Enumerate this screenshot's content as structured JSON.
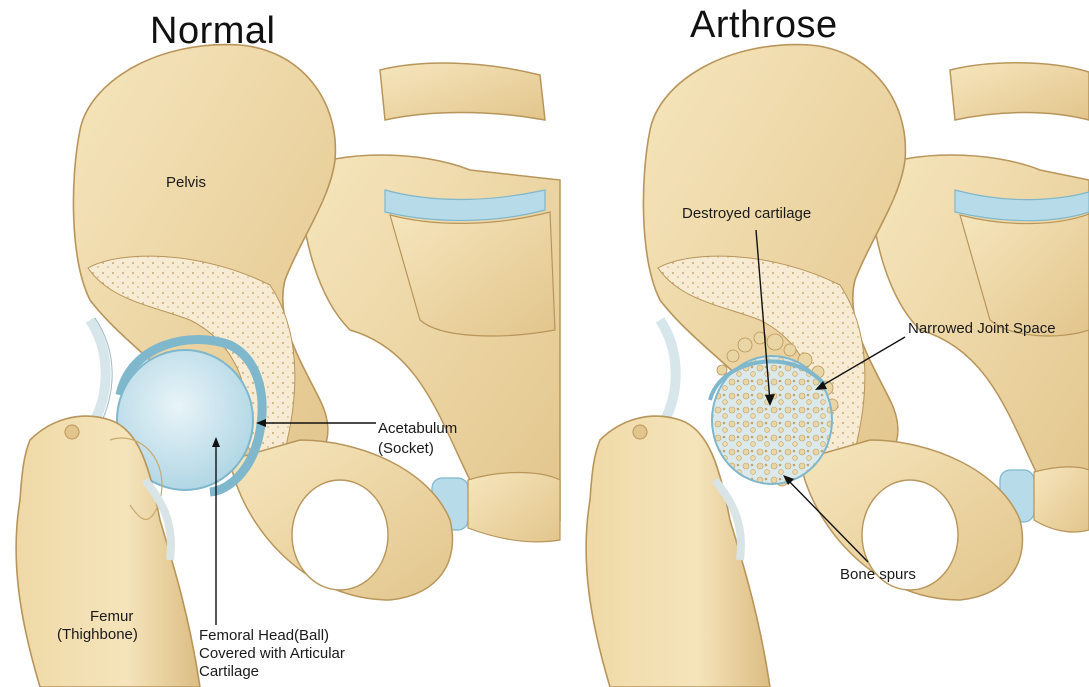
{
  "panels": {
    "normal": {
      "title": "Normal",
      "labels": {
        "pelvis": "Pelvis",
        "acetabulum": "Acetabulum",
        "acetabulum_sub": "(Socket)",
        "femur": "Femur",
        "femur_sub": "(Thighbone)",
        "head_l1": "Femoral Head(Ball)",
        "head_l2": "Covered with Articular",
        "head_l3": "Cartilage"
      }
    },
    "arthrose": {
      "title": "Arthrose",
      "labels": {
        "destroyed": "Destroyed cartilage",
        "narrowed": "Narrowed Joint Space",
        "spurs": "Bone spurs"
      }
    }
  },
  "colors": {
    "bone": "#f0ddb0",
    "bone_dark": "#c9a86b",
    "bone_outline": "#b8955a",
    "cartilage": "#cfe7f1",
    "cartilage_edge": "#7fb7cc",
    "disc": "#b8dbe9",
    "marrow": "#f6ecd2"
  }
}
